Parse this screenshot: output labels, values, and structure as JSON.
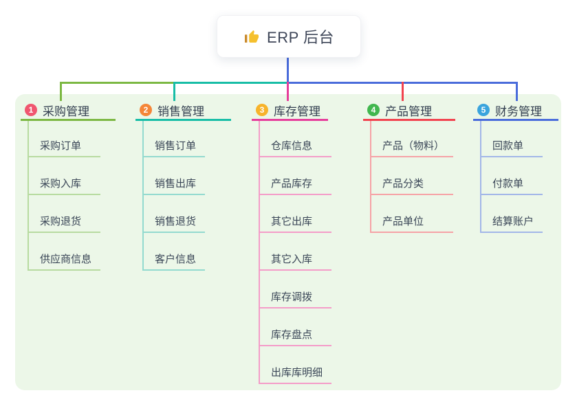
{
  "root": {
    "label": "ERP 后台",
    "icon": "thumbs-up-icon",
    "line_color": "#4a6cdb",
    "card_bg": "#ffffff"
  },
  "panel": {
    "bg": "#ecf7e8"
  },
  "branches": [
    {
      "num": "1",
      "label": "采购管理",
      "badge_color": "#f0566f",
      "line_color": "#7cb843",
      "child_line_color": "#b7dba0",
      "children": [
        "采购订单",
        "采购入库",
        "采购退货",
        "供应商信息"
      ]
    },
    {
      "num": "2",
      "label": "销售管理",
      "badge_color": "#f58638",
      "line_color": "#17bda6",
      "child_line_color": "#93dacf",
      "children": [
        "销售订单",
        "销售出库",
        "销售退货",
        "客户信息"
      ]
    },
    {
      "num": "3",
      "label": "库存管理",
      "badge_color": "#f7b32b",
      "line_color": "#e63d9b",
      "child_line_color": "#f49cc8",
      "children": [
        "仓库信息",
        "产品库存",
        "其它出库",
        "其它入库",
        "库存调拨",
        "库存盘点",
        "出库库明细"
      ]
    },
    {
      "num": "4",
      "label": "产品管理",
      "badge_color": "#41b74e",
      "line_color": "#f2434f",
      "child_line_color": "#f6a2a6",
      "children": [
        "产品（物料）",
        "产品分类",
        "产品单位"
      ]
    },
    {
      "num": "5",
      "label": "财务管理",
      "badge_color": "#3aa4dd",
      "line_color": "#4a6cdb",
      "child_line_color": "#a2b6e8",
      "children": [
        "回款单",
        "付款单",
        "结算账户"
      ]
    }
  ]
}
